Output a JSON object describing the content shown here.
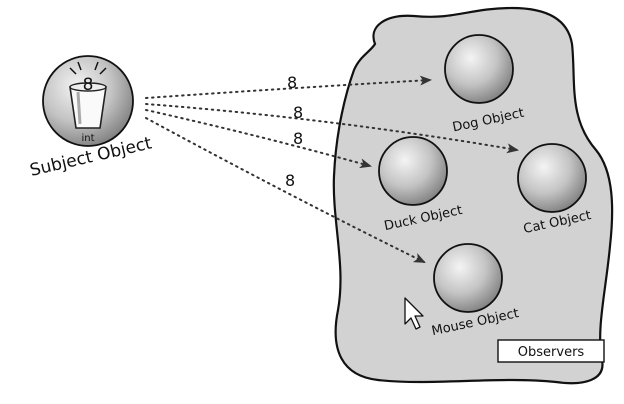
{
  "subject": {
    "label": "Subject Object",
    "value": "8",
    "type_label": "int"
  },
  "observers_group": {
    "label": "Observers"
  },
  "observers": [
    {
      "name": "dog",
      "label": "Dog Object"
    },
    {
      "name": "cat",
      "label": "Cat Object"
    },
    {
      "name": "duck",
      "label": "Duck Object"
    },
    {
      "name": "mouse",
      "label": "Mouse Object"
    }
  ],
  "messages": [
    {
      "to": "dog",
      "value": "8"
    },
    {
      "to": "cat",
      "value": "8"
    },
    {
      "to": "duck",
      "value": "8"
    },
    {
      "to": "mouse",
      "value": "8"
    }
  ],
  "cursor": {
    "icon": "mouse-pointer-icon"
  },
  "colors": {
    "blob_fill": "#d2d2d2",
    "sphere_light": "#f2f2f2",
    "sphere_dark": "#7a7a7a",
    "ink": "#111111"
  }
}
